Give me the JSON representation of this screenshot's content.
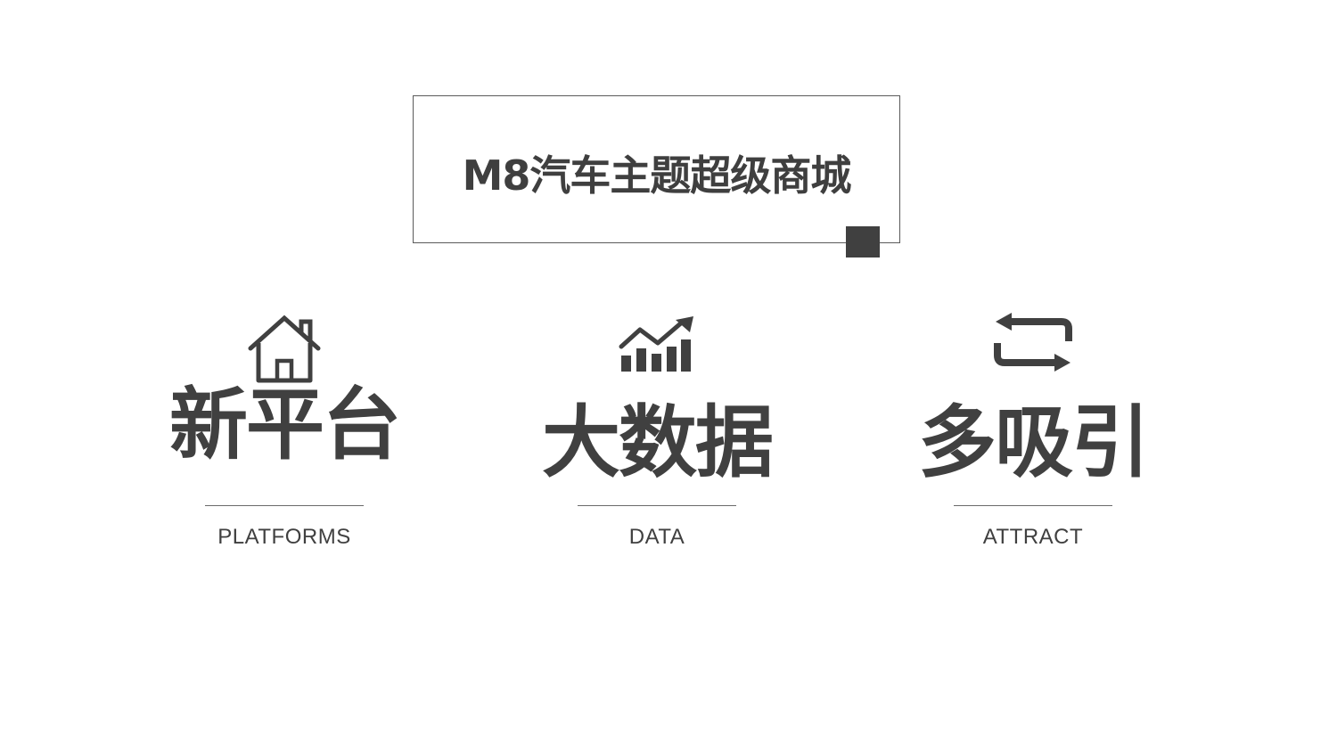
{
  "title": {
    "text": "M8汽车主题超级商城"
  },
  "features": [
    {
      "icon": "home-icon",
      "label": "新平台",
      "sub_label": "PLATFORMS"
    },
    {
      "icon": "chart-trending-up-icon",
      "label": "大数据",
      "sub_label": "DATA"
    },
    {
      "icon": "repeat-arrows-icon",
      "label": "多吸引",
      "sub_label": "ATTRACT"
    }
  ],
  "colors": {
    "text": "#404040",
    "border": "#5a5a5a",
    "background": "#ffffff"
  }
}
